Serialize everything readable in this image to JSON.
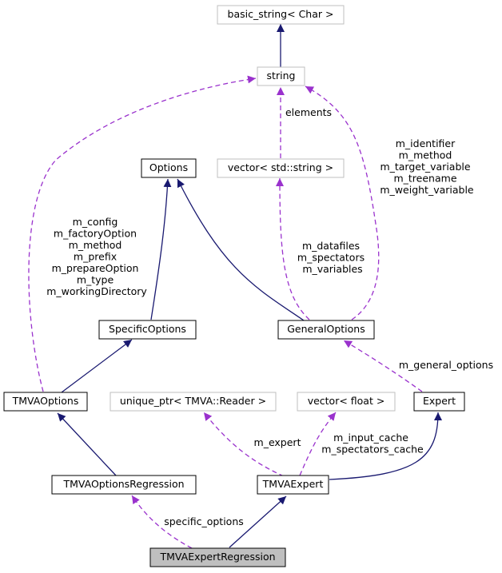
{
  "colors": {
    "inheritance_edge": "#191970",
    "usage_edge": "#9a32cd",
    "node_border_solid": "#000000",
    "node_border_external": "#bfbfbf",
    "highlight_fill": "#bfbfbf"
  },
  "nodes": {
    "basic_string": "basic_string< Char >",
    "string": "string",
    "options": "Options",
    "vector_string": "vector< std::string >",
    "specific_options": "SpecificOptions",
    "general_options": "GeneralOptions",
    "tmva_options": "TMVAOptions",
    "unique_ptr_reader": "unique_ptr< TMVA::Reader >",
    "vector_float": "vector< float >",
    "expert": "Expert",
    "tmva_options_regression": "TMVAOptionsRegression",
    "tmva_expert": "TMVAExpert",
    "tmva_expert_regression": "TMVAExpertRegression"
  },
  "edge_labels": {
    "elements": [
      "elements"
    ],
    "general_options_string": [
      "m_identifier",
      "m_method",
      "m_target_variable",
      "m_treename",
      "m_weight_variable"
    ],
    "tmva_options_string": [
      "m_config",
      "m_factoryOption",
      "m_method",
      "m_prefix",
      "m_prepareOption",
      "m_type",
      "m_workingDirectory"
    ],
    "general_options_vector": [
      "m_datafiles",
      "m_spectators",
      "m_variables"
    ],
    "general_options_member": [
      "m_general_options"
    ],
    "expert_reader": [
      "m_expert"
    ],
    "expert_float": [
      "m_input_cache",
      "m_spectators_cache"
    ],
    "specific_options": [
      "specific_options"
    ]
  }
}
